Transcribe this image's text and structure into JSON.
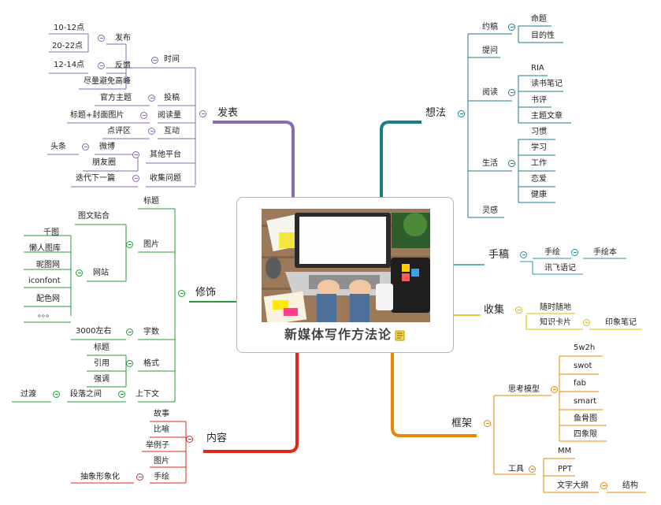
{
  "central": {
    "title": "新媒体写作方法论",
    "icon": "note-icon"
  },
  "colors": {
    "publish": "#8a6bb0",
    "decorate": "#2a9a3e",
    "content": "#e2261b",
    "ideas": "#1b7d8c",
    "manuscript": "#2598a6",
    "collect": "#e6b800",
    "framework": "#e88a00"
  },
  "publish": {
    "label": "发表",
    "time": "时间",
    "release": "发布",
    "t1": "10-12点",
    "t2": "20-22点",
    "feedback": "反馈",
    "t3": "12-14点",
    "avoid": "尽量避免高峰",
    "submit": "投稿",
    "official": "官方主题",
    "reads": "阅读量",
    "titlecover": "标题+封面图片",
    "interact": "互动",
    "comment": "点评区",
    "other": "其他平台",
    "weibo": "微博",
    "toutiao": "头条",
    "moments": "朋友圈",
    "collectq": "收集问题",
    "iterate": "迭代下一篇"
  },
  "decorate": {
    "label": "修饰",
    "title": "标题",
    "image": "图片",
    "textimg": "图文贴合",
    "site": "网站",
    "qiantu": "千图",
    "lazy": "懒人图库",
    "nipic": "昵图网",
    "iconfont": "iconfont",
    "color": "配色网",
    "dots": "。。。",
    "count": "字数",
    "c3000": "3000左右",
    "format": "格式",
    "ftitle": "标题",
    "quote": "引用",
    "emph": "强调",
    "context": "上下文",
    "paragraph": "段落之间",
    "transition": "过渡"
  },
  "content": {
    "label": "内容",
    "story": "故事",
    "metaphor": "比喻",
    "example": "举例子",
    "picture": "图片",
    "hand": "手绘",
    "abstract": "抽象形象化"
  },
  "ideas": {
    "label": "想法",
    "draft": "约稿",
    "topic": "命题",
    "purpose": "目的性",
    "ask": "提问",
    "read": "阅读",
    "ria": "RIA",
    "notes": "读书笔记",
    "review": "书评",
    "theme": "主题文章",
    "life": "生活",
    "habit": "习惯",
    "study": "学习",
    "work": "工作",
    "love": "恋爱",
    "health": "健康",
    "inspire": "灵感"
  },
  "manuscript": {
    "label": "手稿",
    "handdraw": "手绘",
    "handbook": "手绘本",
    "iflytek": "讯飞语记"
  },
  "collect": {
    "label": "收集",
    "anytime": "随时随地",
    "card": "知识卡片",
    "yinxiang": "印象笔记"
  },
  "framework": {
    "label": "框架",
    "model": "思考模型",
    "m1": "5w2h",
    "m2": "swot",
    "m3": "fab",
    "m4": "smart",
    "m5": "鱼骨图",
    "m6": "四象限",
    "tools": "工具",
    "mm": "MM",
    "ppt": "PPT",
    "outline": "文字大纲",
    "structure": "结构"
  }
}
